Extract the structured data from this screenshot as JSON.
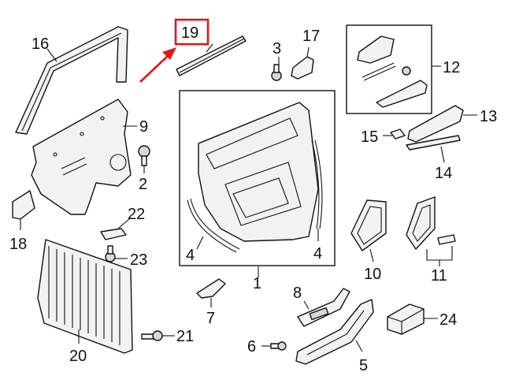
{
  "diagram": {
    "callouts": {
      "c1": "1",
      "c2": "2",
      "c3": "3",
      "c4a": "4",
      "c4b": "4",
      "c5": "5",
      "c6": "6",
      "c7": "7",
      "c8": "8",
      "c9": "9",
      "c10": "10",
      "c11": "11",
      "c12": "12",
      "c13": "13",
      "c14": "14",
      "c15": "15",
      "c16": "16",
      "c17": "17",
      "c18": "18",
      "c19": "19",
      "c20": "20",
      "c21": "21",
      "c22": "22",
      "c23": "23",
      "c24": "24"
    },
    "highlighted_part": "19",
    "colors": {
      "highlight": "#e0161b",
      "line": "#111111",
      "part_fill": "#f2f2f2"
    }
  }
}
